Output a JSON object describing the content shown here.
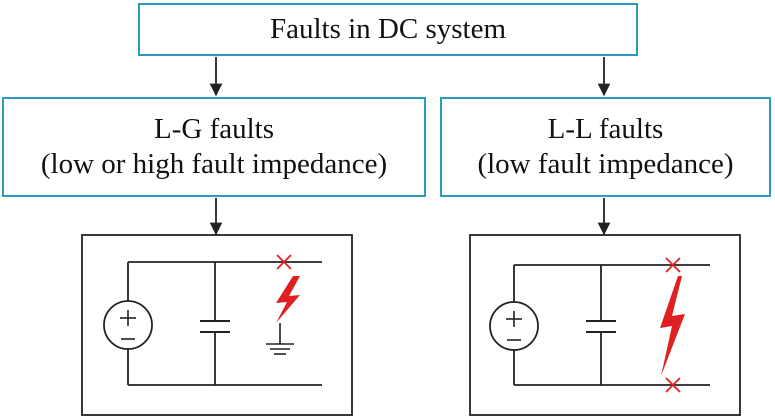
{
  "title": "Faults in DC system",
  "branches": [
    {
      "line1": "L-G faults",
      "line2": "(low or high fault impedance)"
    },
    {
      "line1": "L-L faults",
      "line2": "(low fault impedance)"
    }
  ],
  "colors": {
    "box_border": "#2a9ac0",
    "fault_marker": "#e02020",
    "lightning": "#e02020",
    "wire": "#222222"
  },
  "icons": [
    "dc-source-icon",
    "capacitor-icon",
    "lightning-fault-icon",
    "ground-icon",
    "fault-cross-icon"
  ]
}
